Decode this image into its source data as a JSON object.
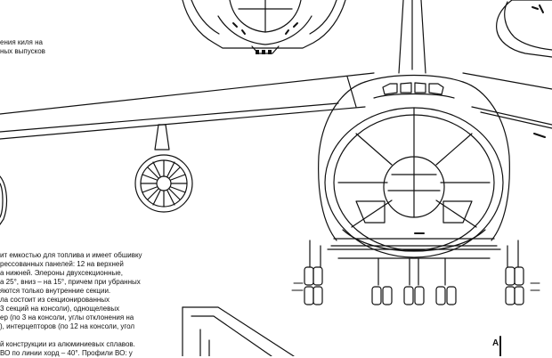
{
  "captions": {
    "top": [
      "ения киля на",
      "ных выпусков"
    ],
    "middle": [
      "ит емкостью для топлива и имеет обшивку",
      "рессованных панелей: 12 на верхней",
      "а нижней. Элероны двухсекционные,",
      "а 25°, вниз – на 15°, причем при убранных",
      "яются только внутренние секции.",
      "ла состоит из секционированных",
      "3 секций на консоли), однощелевых",
      "ер (по 3 на консоли, углы отклонения на",
      "), интерцепторов (по 12 на консоли, угол"
    ],
    "bottom": [
      "й конструкции из алюминиевых сплавов.",
      "ВО по линии хорд – 40°. Профили ВО: у"
    ]
  },
  "section_mark": "A",
  "colors": {
    "ink": "#111111",
    "paper": "#ffffff"
  },
  "icons": [
    "aircraft-front-view-drawing",
    "engine-intake-drawing",
    "landing-gear-drawing"
  ]
}
